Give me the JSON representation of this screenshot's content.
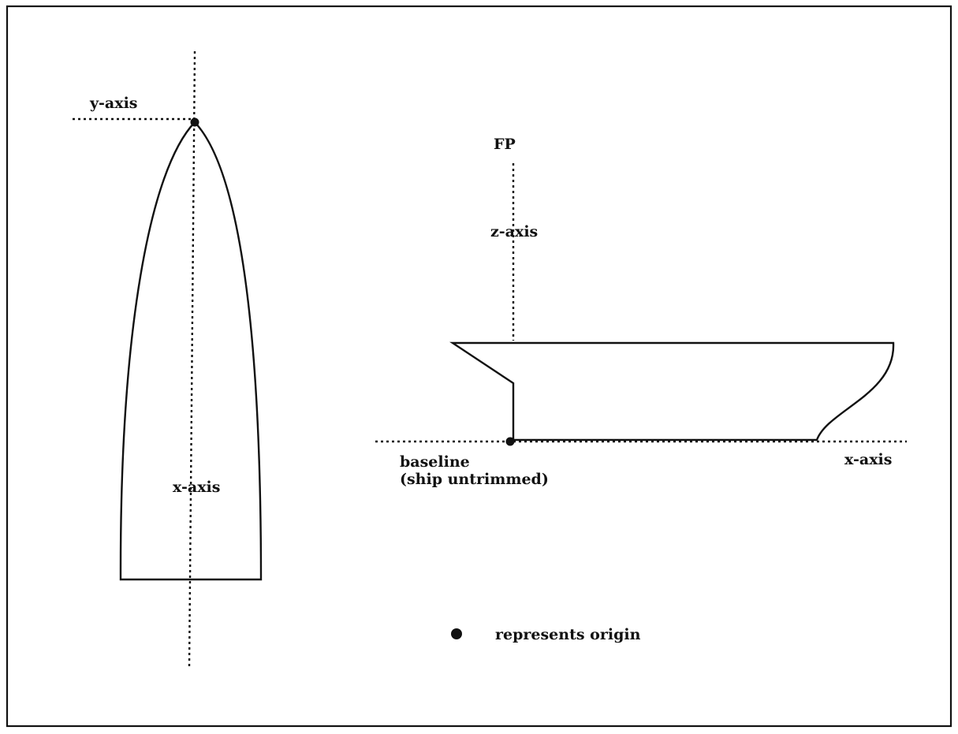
{
  "plan_view": {
    "y_axis_label": "y-axis",
    "x_axis_label": "x-axis"
  },
  "profile_view": {
    "fp_label": "FP",
    "z_axis_label": "z-axis",
    "baseline_label_line1": "baseline",
    "baseline_label_line2": "(ship untrimmed)",
    "x_axis_label": "x-axis"
  },
  "legend": {
    "text": "represents origin"
  },
  "colors": {
    "ink": "#111111",
    "background": "#ffffff"
  }
}
